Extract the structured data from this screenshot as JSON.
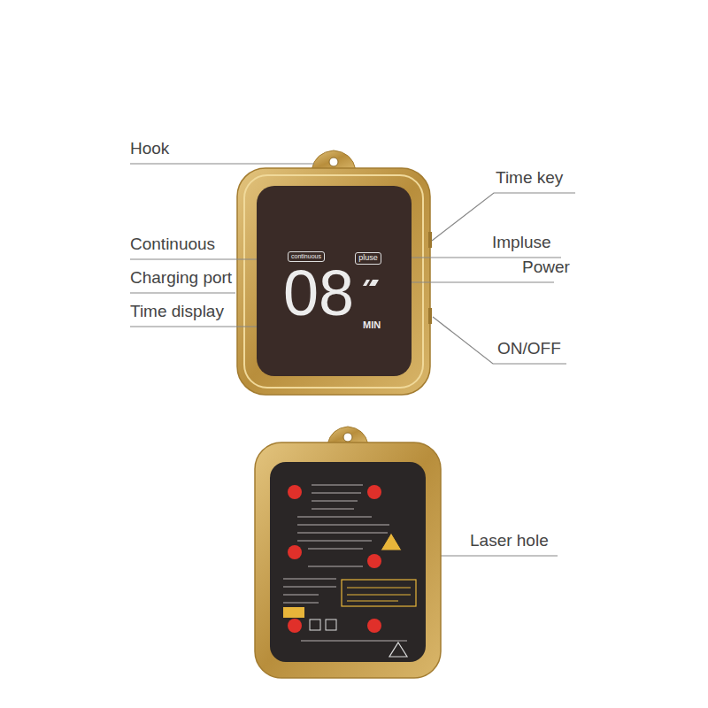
{
  "diagram": {
    "nodes": [
      {
        "text": [
          "08",
          "MIN"
        ]
      },
      {
        "text": [
          "continuous"
        ],
        "in": 0
      },
      {
        "text": [
          "pluse"
        ],
        "in": 0
      }
    ],
    "labels": [
      "Hook",
      "Continuous",
      "Charging port",
      "Time display",
      "Time key",
      "Impluse",
      "Power",
      "ON/OFF",
      "Laser hole"
    ]
  }
}
